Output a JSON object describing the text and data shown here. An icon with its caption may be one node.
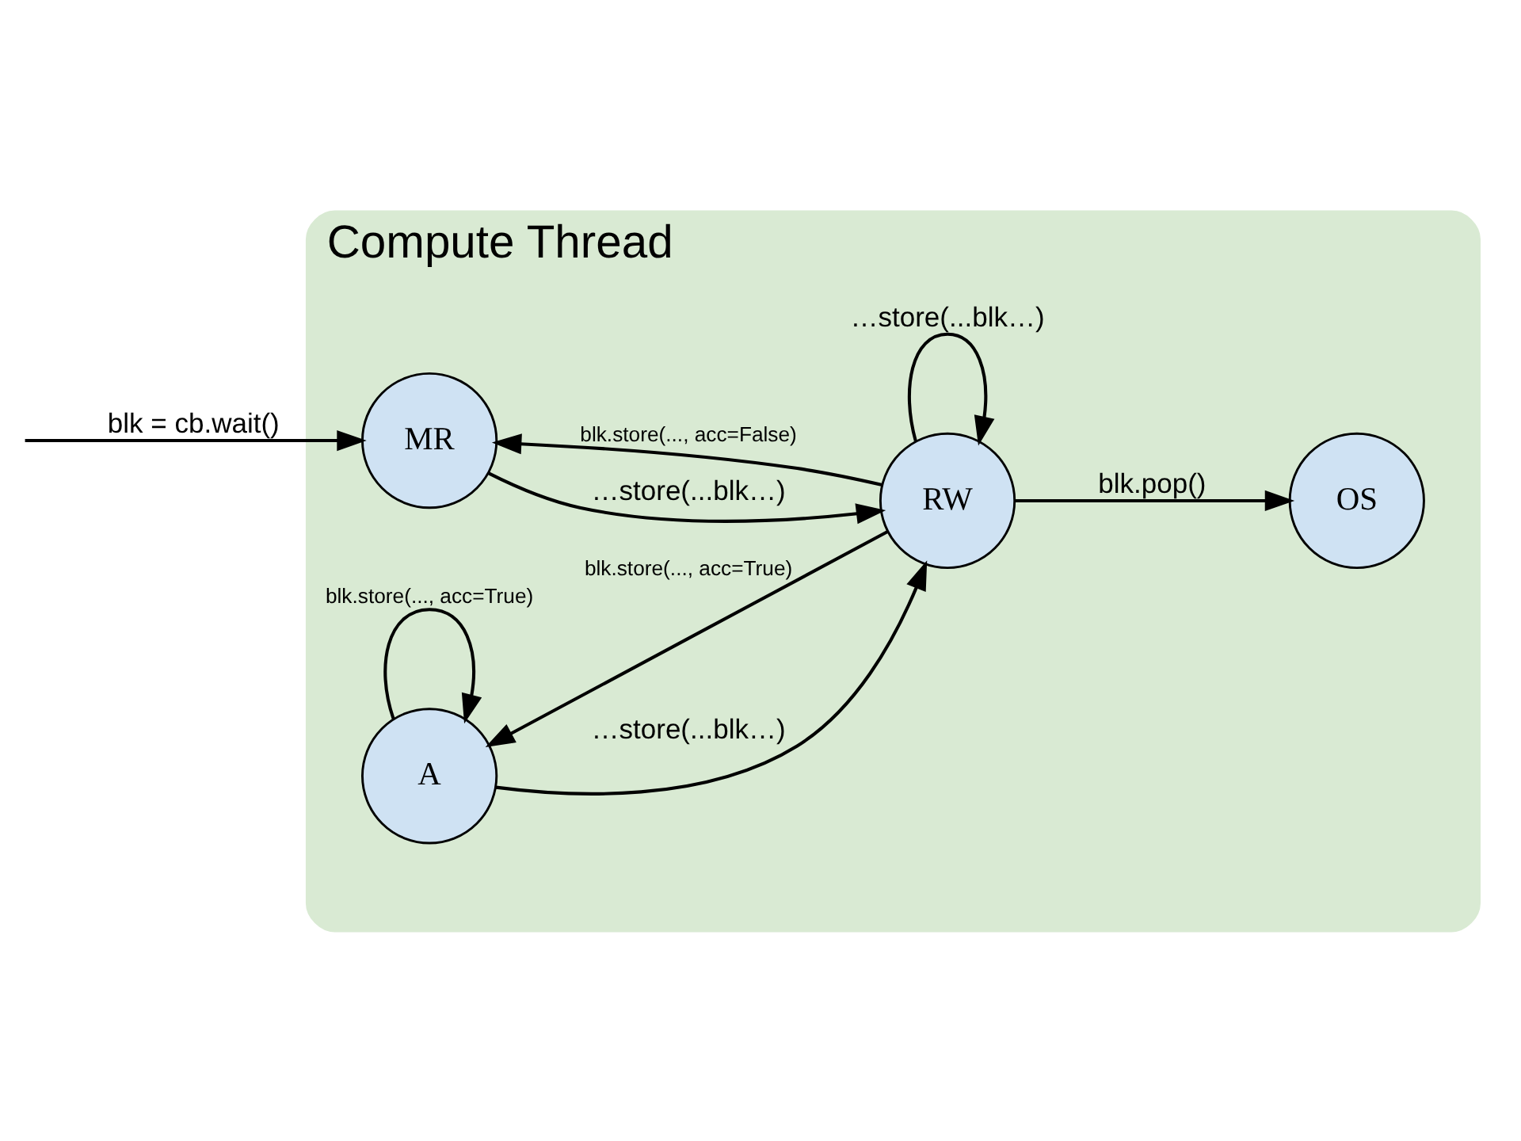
{
  "diagram": {
    "nodes": [
      {
        "text": [
          "Compute Thread"
        ]
      },
      {
        "text": [
          "MR"
        ],
        "in": 0
      },
      {
        "text": [
          "RW"
        ],
        "in": 0
      },
      {
        "text": [
          "OS"
        ],
        "in": 0
      },
      {
        "text": [
          "A"
        ],
        "in": 0
      }
    ],
    "edges": [
      {
        "from": null,
        "to": 1,
        "arrow": "to",
        "label": "blk = cb.wait()"
      },
      {
        "from": 1,
        "to": 2,
        "arrow": "to",
        "label": "…store(...blk…)"
      },
      {
        "from": 2,
        "to": 2,
        "arrow": "to",
        "label": "…store(...blk…)"
      },
      {
        "from": 2,
        "to": 3,
        "arrow": "to",
        "label": "blk.pop()"
      },
      {
        "from": 2,
        "to": 1,
        "arrow": "to",
        "label": "blk.store(..., acc=False)"
      },
      {
        "from": 2,
        "to": 4,
        "arrow": "to",
        "label": "blk.store(..., acc=True)"
      },
      {
        "from": 4,
        "to": 2,
        "arrow": "to",
        "label": "…store(...blk…)"
      },
      {
        "from": 4,
        "to": 4,
        "arrow": "to",
        "label": "blk.store(..., acc=True)"
      }
    ]
  }
}
